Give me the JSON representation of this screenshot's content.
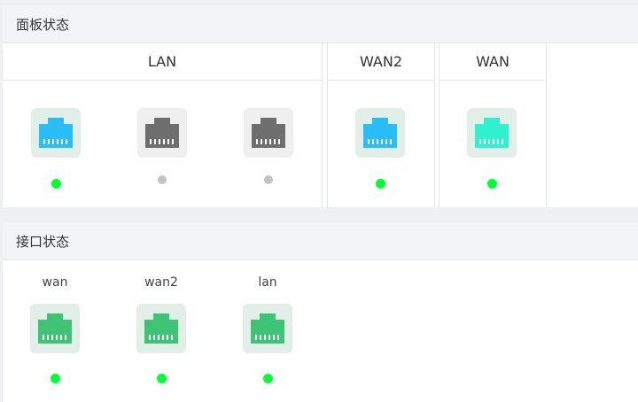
{
  "panel": {
    "title": "面板状态",
    "groups": [
      {
        "label": "LAN",
        "ports": [
          {
            "state": "connected",
            "icon_color": "#29bef7",
            "bg": "#e2efe8",
            "dot": "#00ff33"
          },
          {
            "state": "disconnected",
            "icon_color": "#6e6e6e",
            "bg": "#efefef",
            "dot": "#c4c4c4"
          },
          {
            "state": "disconnected",
            "icon_color": "#6e6e6e",
            "bg": "#efefef",
            "dot": "#c4c4c4"
          }
        ]
      },
      {
        "label": "WAN2",
        "ports": [
          {
            "state": "connected",
            "icon_color": "#29bef7",
            "bg": "#e2efe8",
            "dot": "#00ff33"
          }
        ]
      },
      {
        "label": "WAN",
        "ports": [
          {
            "state": "connected",
            "icon_color": "#2ff0cf",
            "bg": "#e2efe8",
            "dot": "#00ff33"
          }
        ]
      }
    ]
  },
  "interfaces": {
    "title": "接口状态",
    "items": [
      {
        "name": "wan",
        "icon_color": "#3fc476",
        "bg": "#e2efe8",
        "dot": "#00ff33"
      },
      {
        "name": "wan2",
        "icon_color": "#3fc476",
        "bg": "#e2efe8",
        "dot": "#00ff33"
      },
      {
        "name": "lan",
        "icon_color": "#3fc476",
        "bg": "#e2efe8",
        "dot": "#00ff33"
      }
    ]
  }
}
